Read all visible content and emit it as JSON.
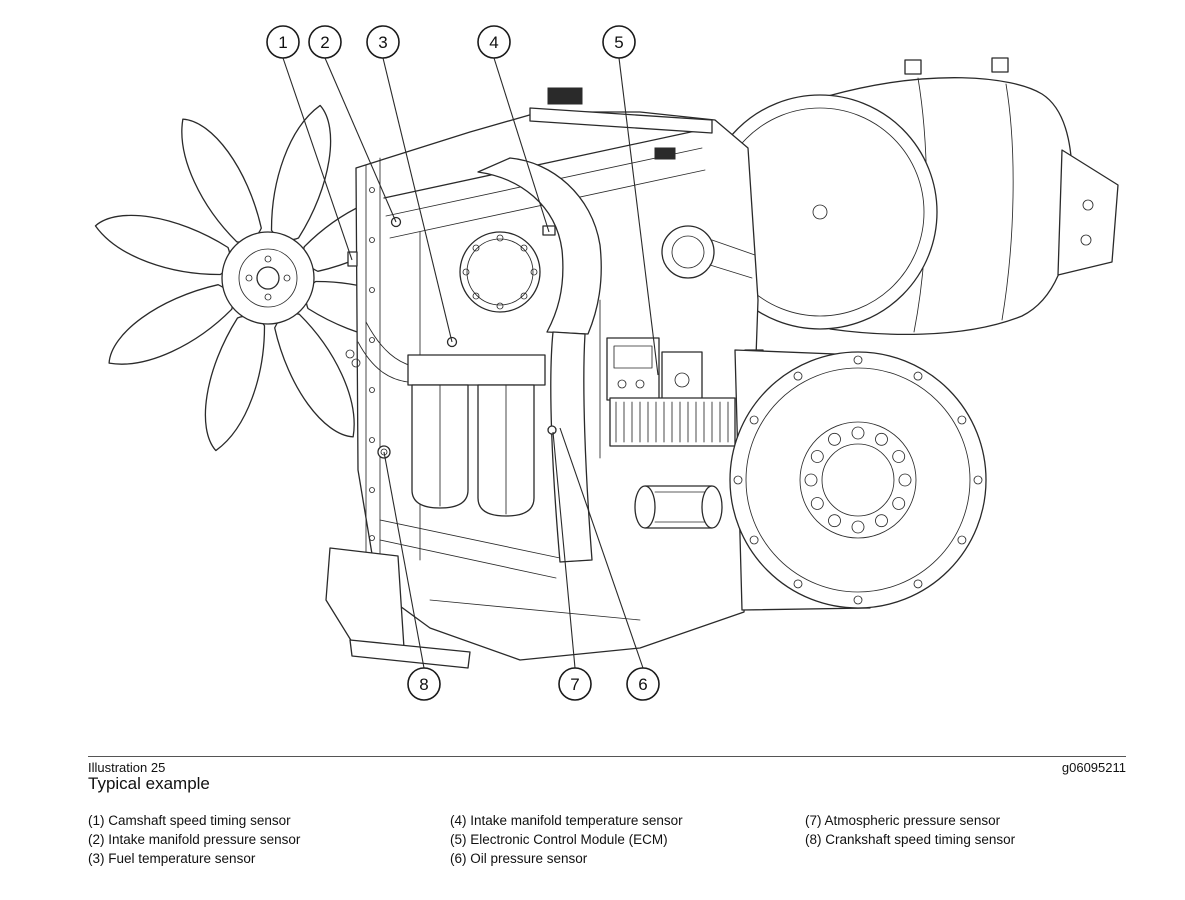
{
  "figure": {
    "illustration_label": "Illustration 25",
    "figure_id": "g06095211",
    "caption": "Typical example",
    "callout_numbers": [
      "1",
      "2",
      "3",
      "4",
      "5",
      "6",
      "7",
      "8"
    ]
  },
  "legend": {
    "columns": [
      {
        "items": [
          "(1) Camshaft speed timing sensor",
          "(2) Intake manifold pressure sensor",
          "(3) Fuel temperature sensor"
        ]
      },
      {
        "items": [
          "(4) Intake manifold temperature sensor",
          "(5) Electronic Control Module (ECM)",
          "(6) Oil pressure sensor"
        ]
      },
      {
        "items": [
          "(7) Atmospheric pressure sensor",
          "(8) Crankshaft speed timing sensor"
        ]
      }
    ]
  },
  "colors": {
    "line": "#2a2a2a",
    "text": "#111111",
    "background": "#ffffff"
  }
}
